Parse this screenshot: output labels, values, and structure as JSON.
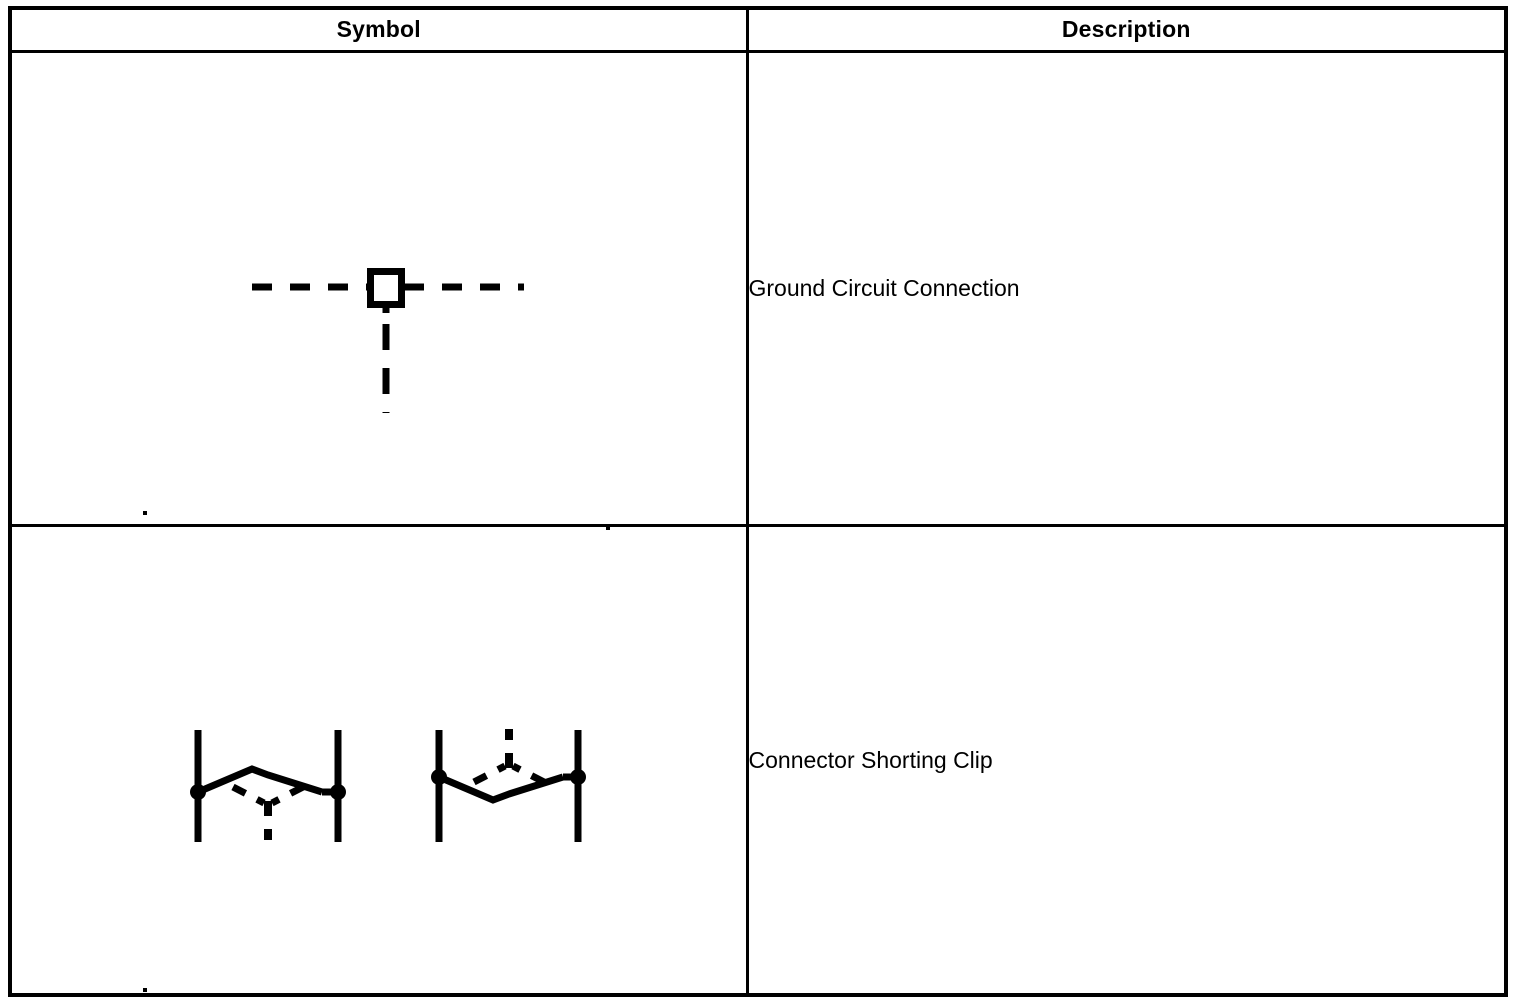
{
  "table": {
    "columns": [
      {
        "key": "symbol",
        "header": "Symbol"
      },
      {
        "key": "description",
        "header": "Description"
      }
    ],
    "rows": [
      {
        "symbol_name": "ground-circuit-connection-symbol",
        "description": "Ground Circuit Connection"
      },
      {
        "symbol_name": "connector-shorting-clip-symbol",
        "description": "Connector Shorting Clip"
      }
    ]
  },
  "symbols": {
    "ground_circuit_connection": {
      "label": "Ground Circuit Connection",
      "parts": [
        "dashed-horizontal-lead-left",
        "hollow-square-terminal",
        "dashed-horizontal-lead-right",
        "dashed-vertical-ground-stem"
      ],
      "stroke_color": "#000000",
      "fill_color": "#ffffff"
    },
    "connector_shorting_clip": {
      "label": "Connector Shorting Clip",
      "variants": [
        {
          "name": "shorting-clip-peak-variant",
          "parts": [
            "left-connector-bar",
            "right-connector-bar",
            "left-terminal-dot",
            "right-terminal-dot",
            "solid-clip-peak",
            "dashed-branch-v",
            "dashed-stem-down"
          ]
        },
        {
          "name": "shorting-clip-valley-variant",
          "parts": [
            "left-connector-bar",
            "right-connector-bar",
            "left-terminal-dot",
            "right-terminal-dot",
            "solid-clip-valley",
            "dashed-branch-v",
            "dashed-stem-up"
          ]
        }
      ],
      "stroke_color": "#000000"
    }
  },
  "colors": {
    "ink": "#000000",
    "paper": "#ffffff"
  }
}
